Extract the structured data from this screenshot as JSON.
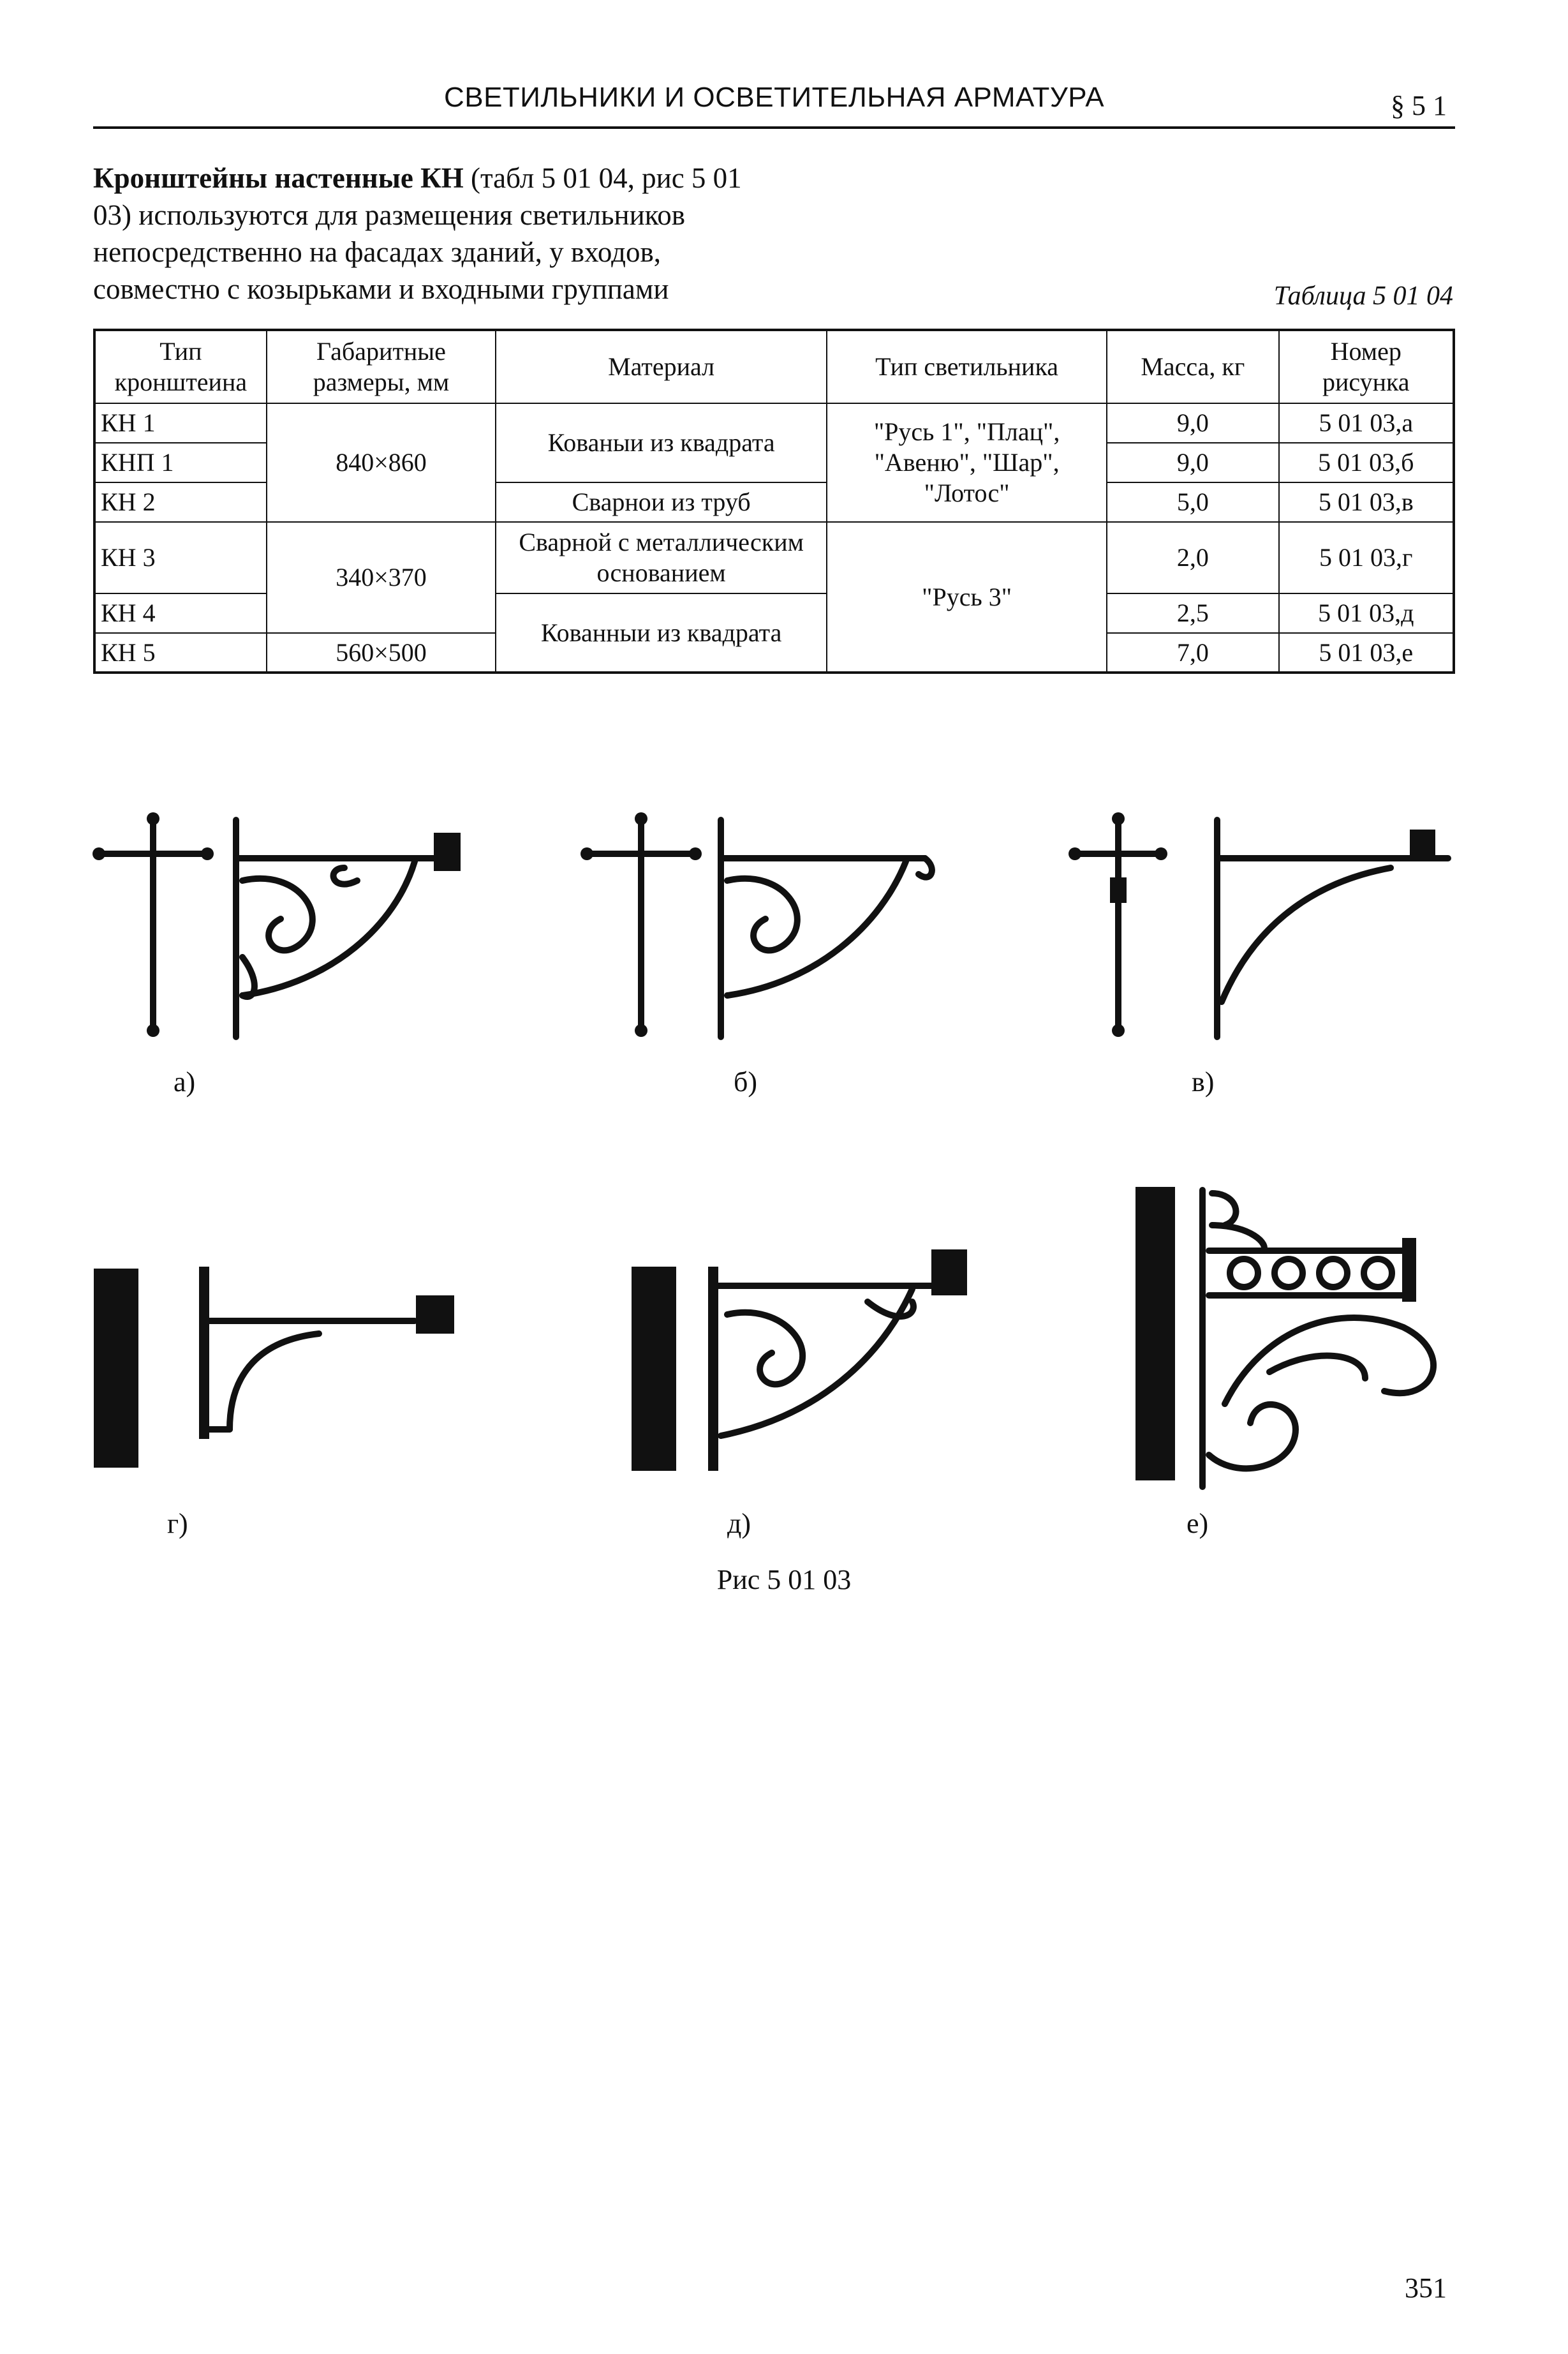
{
  "header": {
    "title": "СВЕТИЛЬНИКИ И ОСВЕТИТЕЛЬНАЯ АРМАТУРА",
    "section": "§ 5 1"
  },
  "intro": {
    "lead": "Кронштейны настенные КН",
    "text": " (табл 5 01 04, рис 5 01 03) используются для размещения светильников непосредственно на фасадах зданий, у входов, совместно с козырьками и входными группами"
  },
  "table": {
    "caption": "Таблица 5 01 04",
    "headers": [
      "Тип кронштеина",
      "Габаритные размеры, мм",
      "Материал",
      "Тип светильника",
      "Масса, кг",
      "Номер рисунка"
    ],
    "types": [
      "КН 1",
      "КНП 1",
      "КН 2",
      "КН 3",
      "КН 4",
      "КН 5"
    ],
    "dims": [
      "840×860",
      "340×370",
      "560×500"
    ],
    "materials": [
      "Кованыи из квадрата",
      "Сварнои из труб",
      "Сварной с металлическим основанием",
      "Кованныи из квадрата"
    ],
    "lamps": [
      "\"Русь 1\", \"Плац\", \"Авеню\", \"Шар\", \"Лотос\"",
      "\"Русь 3\""
    ],
    "masses": [
      "9,0",
      "9,0",
      "5,0",
      "2,0",
      "2,5",
      "7,0"
    ],
    "figures": [
      "5 01 03,а",
      "5 01 03,б",
      "5 01 03,в",
      "5 01 03,г",
      "5 01 03,д",
      "5 01 03,е"
    ]
  },
  "figure": {
    "labels": [
      "а)",
      "б)",
      "в)",
      "г)",
      "д)",
      "е)"
    ],
    "caption": "Рис 5 01 03"
  },
  "page_number": "351"
}
